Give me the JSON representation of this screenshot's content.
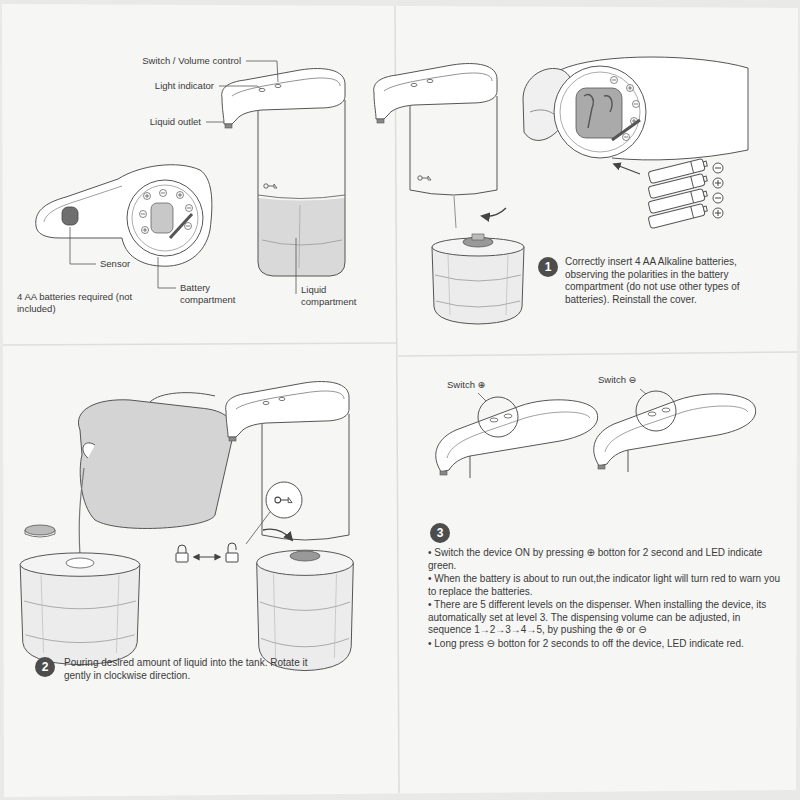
{
  "diagram": {
    "nodes": [
      {
        "text": [
          "1"
        ]
      },
      {
        "text": [
          "2"
        ]
      },
      {
        "text": [
          "3"
        ]
      }
    ],
    "labels": [
      "Switch / Volume control",
      "Light indicator",
      "Liquid outlet",
      "Sensor",
      "Battery compartment",
      "Liquid compartment",
      "4 AA batteries required (not included)",
      "Correctly insert 4 AA Alkaline batteries, observing the polarities in the battery compartment (do not use other types of batteries). Reinstall the cover.",
      "Pouring desired amount of liquid into the tank. Rotate it gently in clockwise direction.",
      "Switch ⊕",
      "Switch ⊖",
      "• Switch the device ON by pressing ⊕ botton for 2 second and LED indicate green.",
      "• When the battery is about to run out,the indicator light will turn red to warn you to replace the batteries.",
      "• There are 5 different levels on the dispenser. When installing the device, its automatically set at level 3. The dispensing volume can be adjusted, in sequence 1→2→3→4→5, by pushing the ⊕ or ⊖",
      "• Long press ⊖ botton for 2 seconds to off the device, LED indicate red."
    ]
  }
}
